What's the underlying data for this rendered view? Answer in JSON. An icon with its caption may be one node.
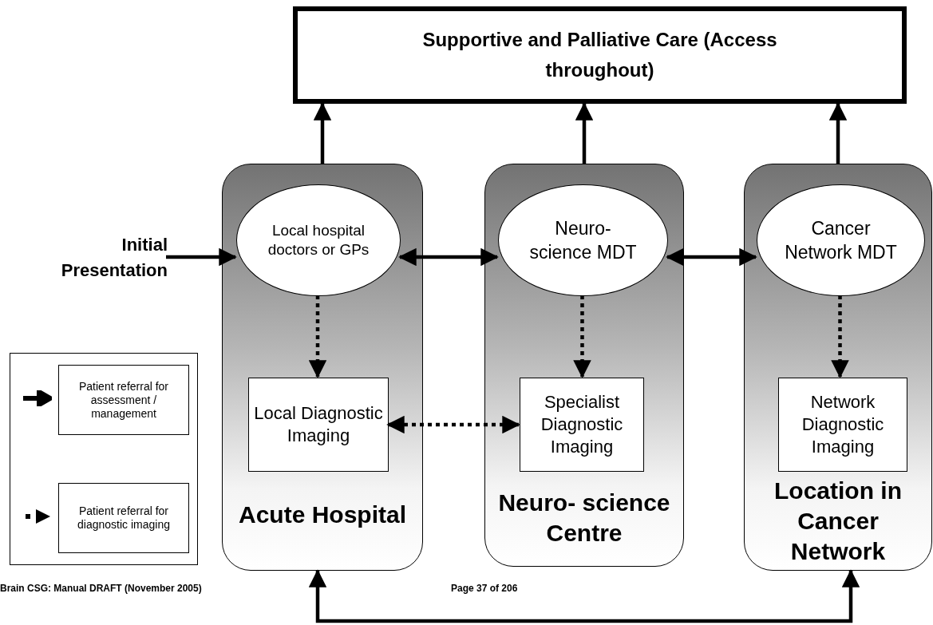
{
  "diagram": {
    "nodes": [
      {
        "text": [
          "Supportive and Palliative Care (Access throughout)"
        ]
      },
      {
        "text": [
          "Initial Presentation"
        ]
      },
      {
        "text": [
          "Acute Hospital"
        ]
      },
      {
        "text": [
          "Local hospital doctors or GPs"
        ],
        "in": 2
      },
      {
        "text": [
          "Local Diagnostic Imaging"
        ],
        "in": 2
      },
      {
        "text": [
          "Neuro- science Centre"
        ]
      },
      {
        "text": [
          "Neuro- science MDT"
        ],
        "in": 5
      },
      {
        "text": [
          "Specialist Diagnostic Imaging"
        ],
        "in": 5
      },
      {
        "text": [
          "Location in Cancer Network"
        ]
      },
      {
        "text": [
          "Cancer Network MDT"
        ],
        "in": 8
      },
      {
        "text": [
          "Network Diagnostic Imaging"
        ],
        "in": 8
      }
    ],
    "edges": [
      {
        "from": 2,
        "to": 0,
        "arrow": "to"
      },
      {
        "from": 5,
        "to": 0,
        "arrow": "to"
      },
      {
        "from": 8,
        "to": 0,
        "arrow": "to"
      },
      {
        "from": 1,
        "to": 3,
        "arrow": "to"
      },
      {
        "from": 3,
        "to": 6,
        "arrow": "both"
      },
      {
        "from": 6,
        "to": 9,
        "arrow": "both"
      },
      {
        "from": 3,
        "to": 4,
        "arrow": "to",
        "style": "dashed"
      },
      {
        "from": 6,
        "to": 7,
        "arrow": "to",
        "style": "dashed"
      },
      {
        "from": 9,
        "to": 10,
        "arrow": "to",
        "style": "dashed"
      },
      {
        "from": 4,
        "to": 7,
        "arrow": "both",
        "style": "dashed"
      },
      {
        "from": 2,
        "to": 8,
        "arrow": "both"
      }
    ],
    "labels": [
      "Brain CSG: Manual DRAFT (November 2005)",
      "Page 37 of 206"
    ],
    "legend": [
      {
        "text": "Patient referral for assessment / management"
      },
      {
        "text": "Patient referral for diagnostic imaging"
      }
    ]
  }
}
